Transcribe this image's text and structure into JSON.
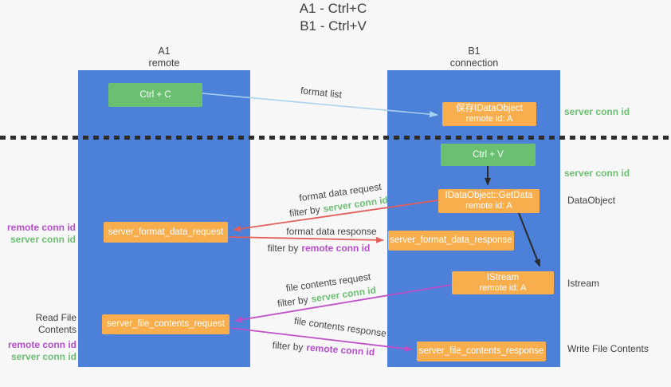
{
  "title": {
    "line1": "A1 - Ctrl+C",
    "line2": "B1 - Ctrl+V"
  },
  "lanes": {
    "a1": {
      "name": "A1",
      "role": "remote"
    },
    "b1": {
      "name": "B1",
      "role": "connection"
    }
  },
  "nodes": {
    "ctrl_c": {
      "label": "Ctrl + C"
    },
    "ctrl_v": {
      "label": "Ctrl + V"
    },
    "save_idataobject": {
      "line1": "保存IDataObject",
      "line2": "remote id: A"
    },
    "getdata": {
      "line1": "IDataObject::GetData",
      "line2": "remote id: A"
    },
    "istream": {
      "line1": "IStream",
      "line2": "remote id: A"
    },
    "format_request": {
      "label": "server_format_data_request"
    },
    "format_response": {
      "label": "server_format_data_response"
    },
    "file_request": {
      "label": "server_file_contents_request"
    },
    "file_response": {
      "label": "server_file_contents_response"
    }
  },
  "side_labels": {
    "left_format_remote": "remote conn id",
    "left_format_server": "server conn id",
    "read_file_contents": "Read File Contents",
    "left_file_remote": "remote conn id",
    "left_file_server": "server conn id",
    "right_server_conn_top": "server conn id",
    "right_server_conn_mid": "server conn id",
    "dataobject": "DataObject",
    "istream": "Istream",
    "write_file_contents": "Write File Contents"
  },
  "arrow_labels": {
    "format_list": "format list",
    "format_data_request": "format data request",
    "format_data_response": "format data response",
    "file_contents_request": "file contents request",
    "file_contents_response": "file contents response",
    "filter_by": "filter by",
    "server_conn_id": "server conn id",
    "remote_conn_id": "remote conn id"
  },
  "colors": {
    "lane_blue": "#4c80d9",
    "node_orange": "#f9ae4d",
    "node_green": "#6abf71",
    "arrow_red": "#e0605c",
    "arrow_magenta": "#bf4fc7",
    "arrow_light_blue": "#a8d3ee",
    "arrow_black": "#2b2b2b",
    "text_green": "#6cbf72",
    "text_purple": "#b44ecb"
  }
}
